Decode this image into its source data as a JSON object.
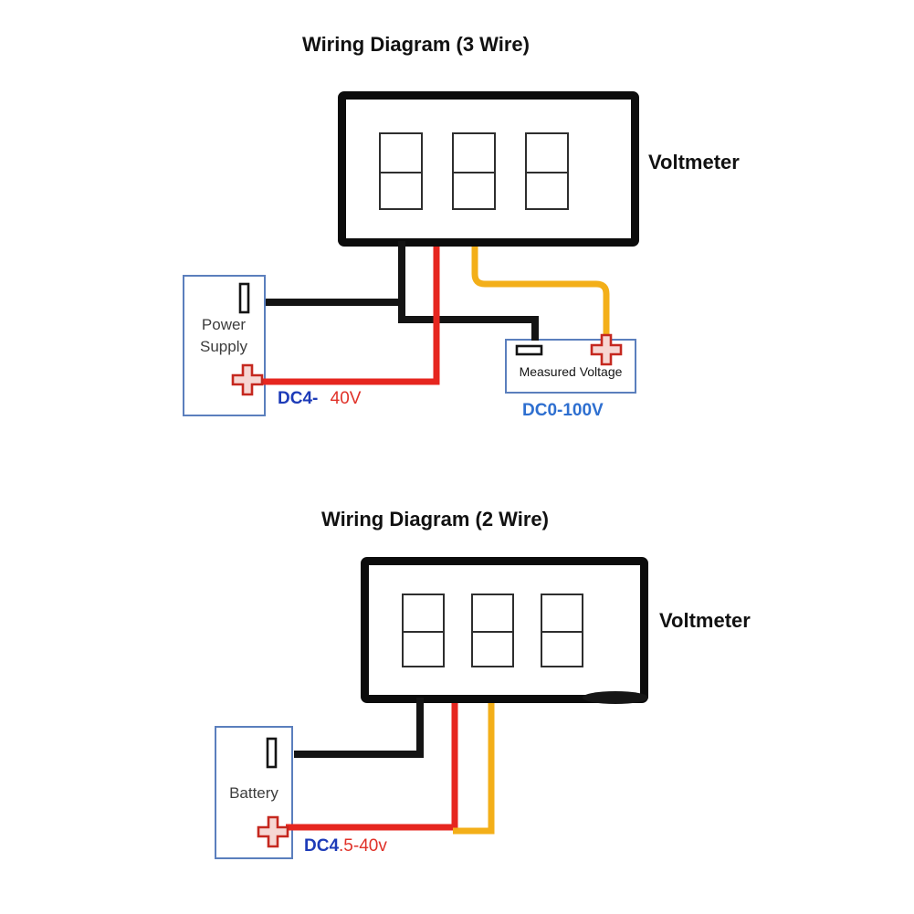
{
  "top": {
    "title": "Wiring Diagram (3 Wire)",
    "voltmeter": "Voltmeter",
    "source_label": "Power Supply",
    "source_rating": {
      "blue": "DC4-",
      "red": "40V"
    },
    "load_label": "Measured Voltage",
    "load_range": "DC0-100V"
  },
  "bottom": {
    "title": "Wiring Diagram (2 Wire)",
    "voltmeter": "Voltmeter",
    "source_label": "Battery",
    "source_rating": {
      "blue": "DC4",
      "red": ".5-40v"
    }
  },
  "colors": {
    "wire_black": "#141414",
    "wire_red": "#e6261f",
    "wire_yellow": "#f3af19",
    "box_border_blue": "#5b7fbd",
    "rating_blue": "#1d3bb8",
    "range_blue": "#2e6fd0",
    "rating_red": "#e03128",
    "terminal_red": "#c5281f",
    "terminal_fill": "#f6d7d3"
  }
}
